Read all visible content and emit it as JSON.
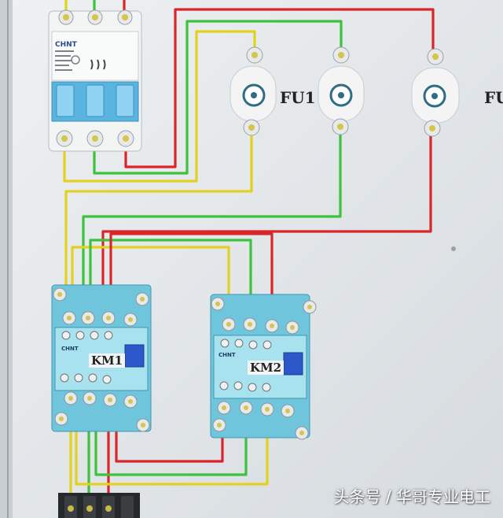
{
  "labels": {
    "fuse_1": "FU1",
    "fuse_2": "FU",
    "contactor_1": "KM1",
    "contactor_2": "KM2",
    "contactor_brand": "CHNT",
    "breaker_brand": "CHNT"
  },
  "watermark": "头条号 / 华哥专业电工",
  "colors": {
    "wire_yellow": "#e2d21f",
    "wire_green": "#3cc23c",
    "wire_red": "#d8262b",
    "contactor_body": "#6fc6dc",
    "breaker_body": "#5ab4e0",
    "fuse_body": "#f4f4f4"
  }
}
